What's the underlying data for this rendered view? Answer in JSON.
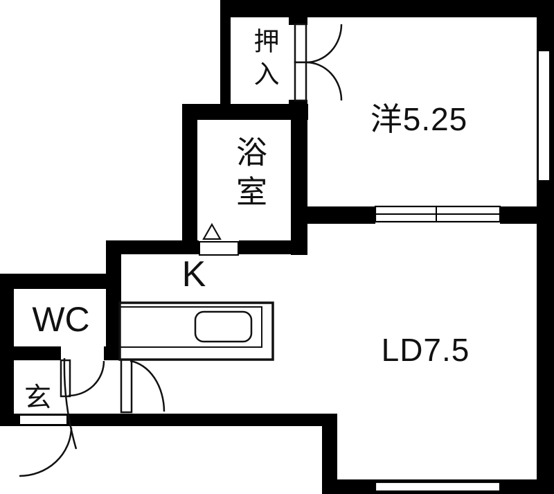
{
  "floorplan": {
    "type_note": "Japanese apartment floor plan",
    "rooms": [
      {
        "id": "oshiire",
        "label": "押入",
        "meaning": "closet"
      },
      {
        "id": "western-room",
        "label": "洋5.25",
        "meaning": "western room 5.25 tatami"
      },
      {
        "id": "bathroom",
        "label": "浴室",
        "meaning": "bath room"
      },
      {
        "id": "kitchen",
        "label": "K",
        "meaning": "kitchen"
      },
      {
        "id": "wc",
        "label": "WC",
        "meaning": "toilet"
      },
      {
        "id": "entrance",
        "label": "玄",
        "meaning": "entrance (genkan)"
      },
      {
        "id": "living-dining",
        "label": "LD7.5",
        "meaning": "living dining 7.5 tatami"
      }
    ],
    "colors": {
      "wall": "#000000",
      "floor": "#ffffff",
      "line": "#111111",
      "text": "#111111"
    }
  }
}
